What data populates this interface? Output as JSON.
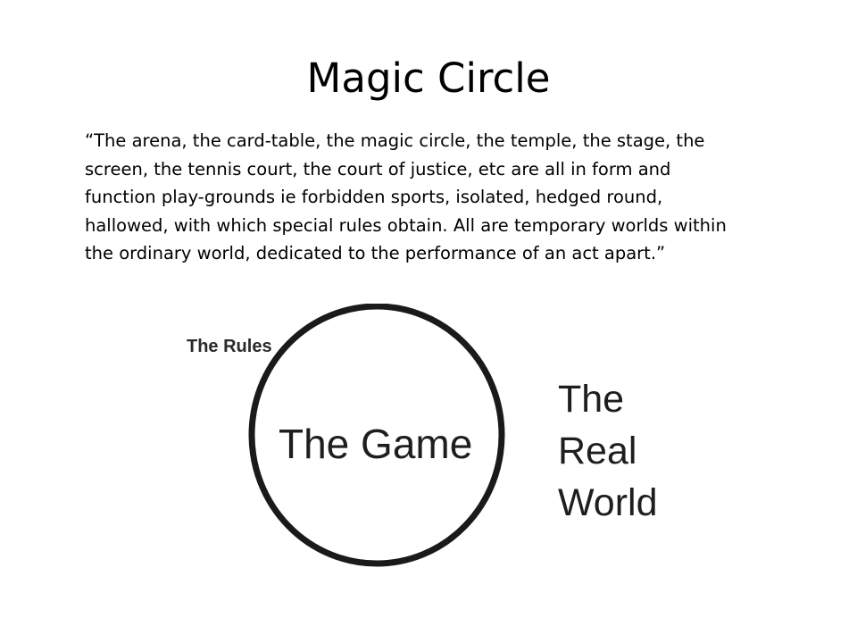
{
  "slide": {
    "title": "Magic Circle",
    "quote_lines": [
      "“The arena, the card-table, the magic circle, the temple, the stage, the",
      "screen, the tennis court, the court of justice, etc are all in form and",
      "function play-grounds ie forbidden sports, isolated, hedged round,",
      "hallowed, with which special rules obtain. All are temporary worlds within",
      "the ordinary world, dedicated to the performance of an act apart.”"
    ]
  },
  "diagram": {
    "rules_label": "The Rules",
    "inner_label": "The Game",
    "outer_label_lines": [
      "The",
      "Real",
      "World"
    ],
    "circle_stroke_color": "#1a1a1a"
  }
}
